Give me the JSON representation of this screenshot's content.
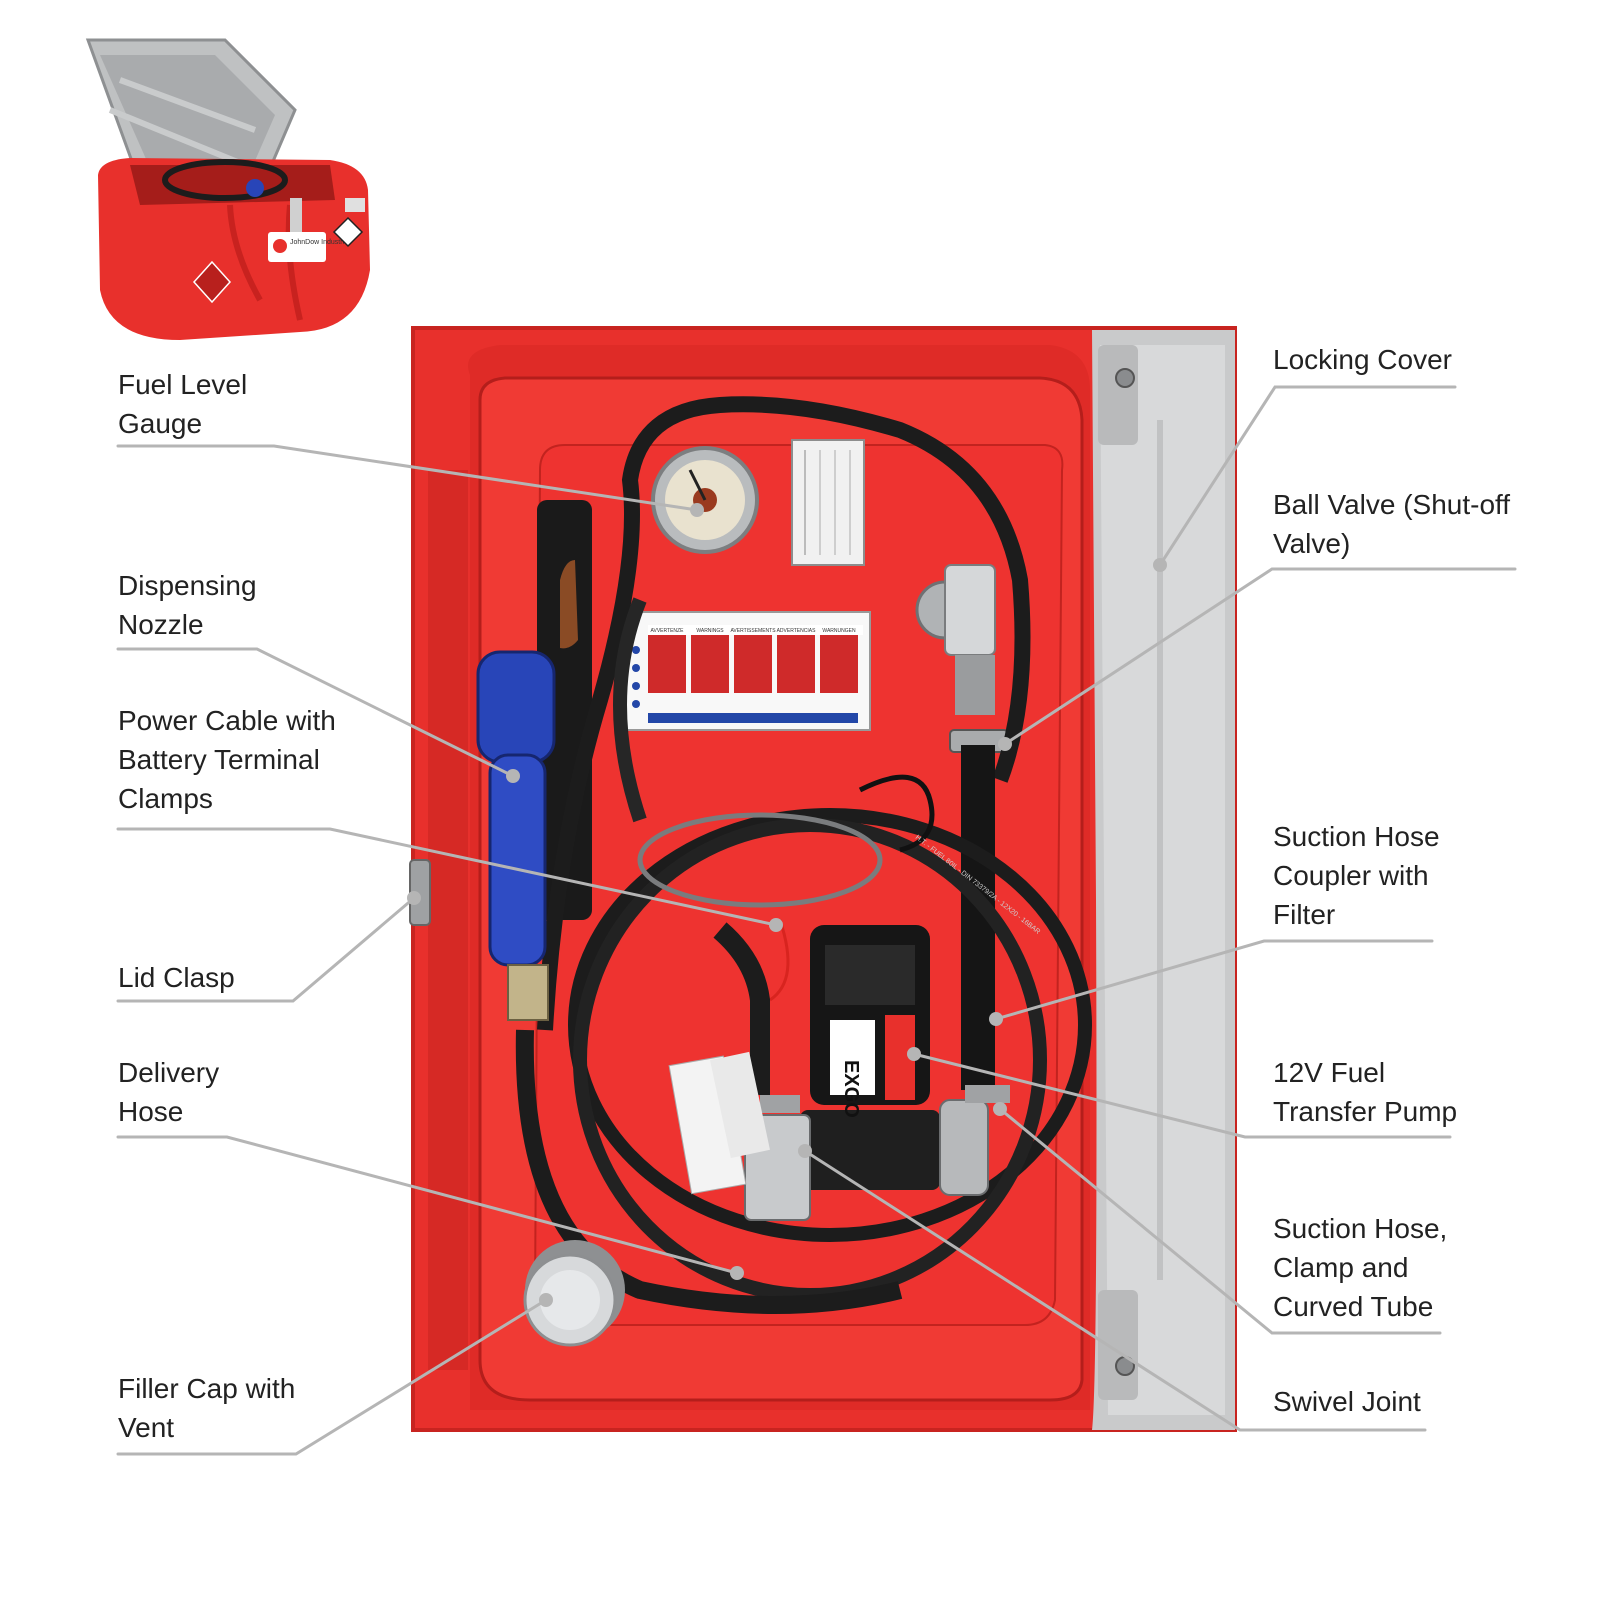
{
  "colors": {
    "tank_red": "#e8302c",
    "cover_grey": "#c9cacb",
    "hose_black": "#1c1c1c",
    "nozzle_blue": "#2845b8",
    "leader_line": "#b5b5b5",
    "text": "#222222"
  },
  "thumbnail": {
    "brand_text": "JohnDow Industries"
  },
  "labels_left": [
    {
      "id": "fuel-level-gauge",
      "text": "Fuel Level\nGauge"
    },
    {
      "id": "dispensing-nozzle",
      "text": "Dispensing\nNozzle"
    },
    {
      "id": "power-cable",
      "text": "Power Cable with\nBattery Terminal\nClamps"
    },
    {
      "id": "lid-clasp",
      "text": "Lid Clasp"
    },
    {
      "id": "delivery-hose",
      "text": "Delivery\nHose"
    },
    {
      "id": "filler-cap",
      "text": "Filler Cap with\nVent"
    }
  ],
  "labels_right": [
    {
      "id": "locking-cover",
      "text": "Locking Cover"
    },
    {
      "id": "ball-valve",
      "text": "Ball Valve (Shut-off\nValve)"
    },
    {
      "id": "suction-hose-coupler",
      "text": "Suction Hose\nCoupler with\nFilter"
    },
    {
      "id": "fuel-transfer-pump",
      "text": "12V Fuel\nTransfer Pump"
    },
    {
      "id": "suction-hose-clamp",
      "text": "Suction Hose,\nClamp and\nCurved Tube"
    },
    {
      "id": "swivel-joint",
      "text": "Swivel Joint"
    }
  ],
  "plate_text": {
    "warnings_header": [
      "AVVERTENZE",
      "WARNINGS",
      "AVERTISSEMENTS",
      "ADVERTENCIAS",
      "WARNUNGEN"
    ],
    "pump_brand": "EXGO",
    "hose_print": "H.T. - FUEL 80IL - DIN 73379/2A - 12X20 - 16BAR"
  }
}
